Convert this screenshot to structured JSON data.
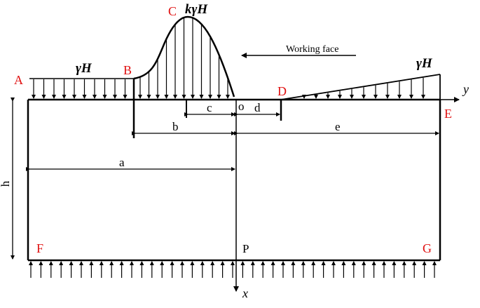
{
  "labels": {
    "A": "A",
    "B": "B",
    "C": "C",
    "D": "D",
    "E": "E",
    "F": "F",
    "G": "G",
    "P": "P",
    "o": "o"
  },
  "loads": {
    "left": "γH",
    "peak": "kγH",
    "right": "γH"
  },
  "dimensions": {
    "a": "a",
    "b": "b",
    "c": "c",
    "d": "d",
    "e": "e",
    "h": "h"
  },
  "axes": {
    "x": "x",
    "y": "y"
  },
  "working_face": "Working face",
  "colors": {
    "point_labels": "#e01010",
    "lines": "#000000"
  }
}
